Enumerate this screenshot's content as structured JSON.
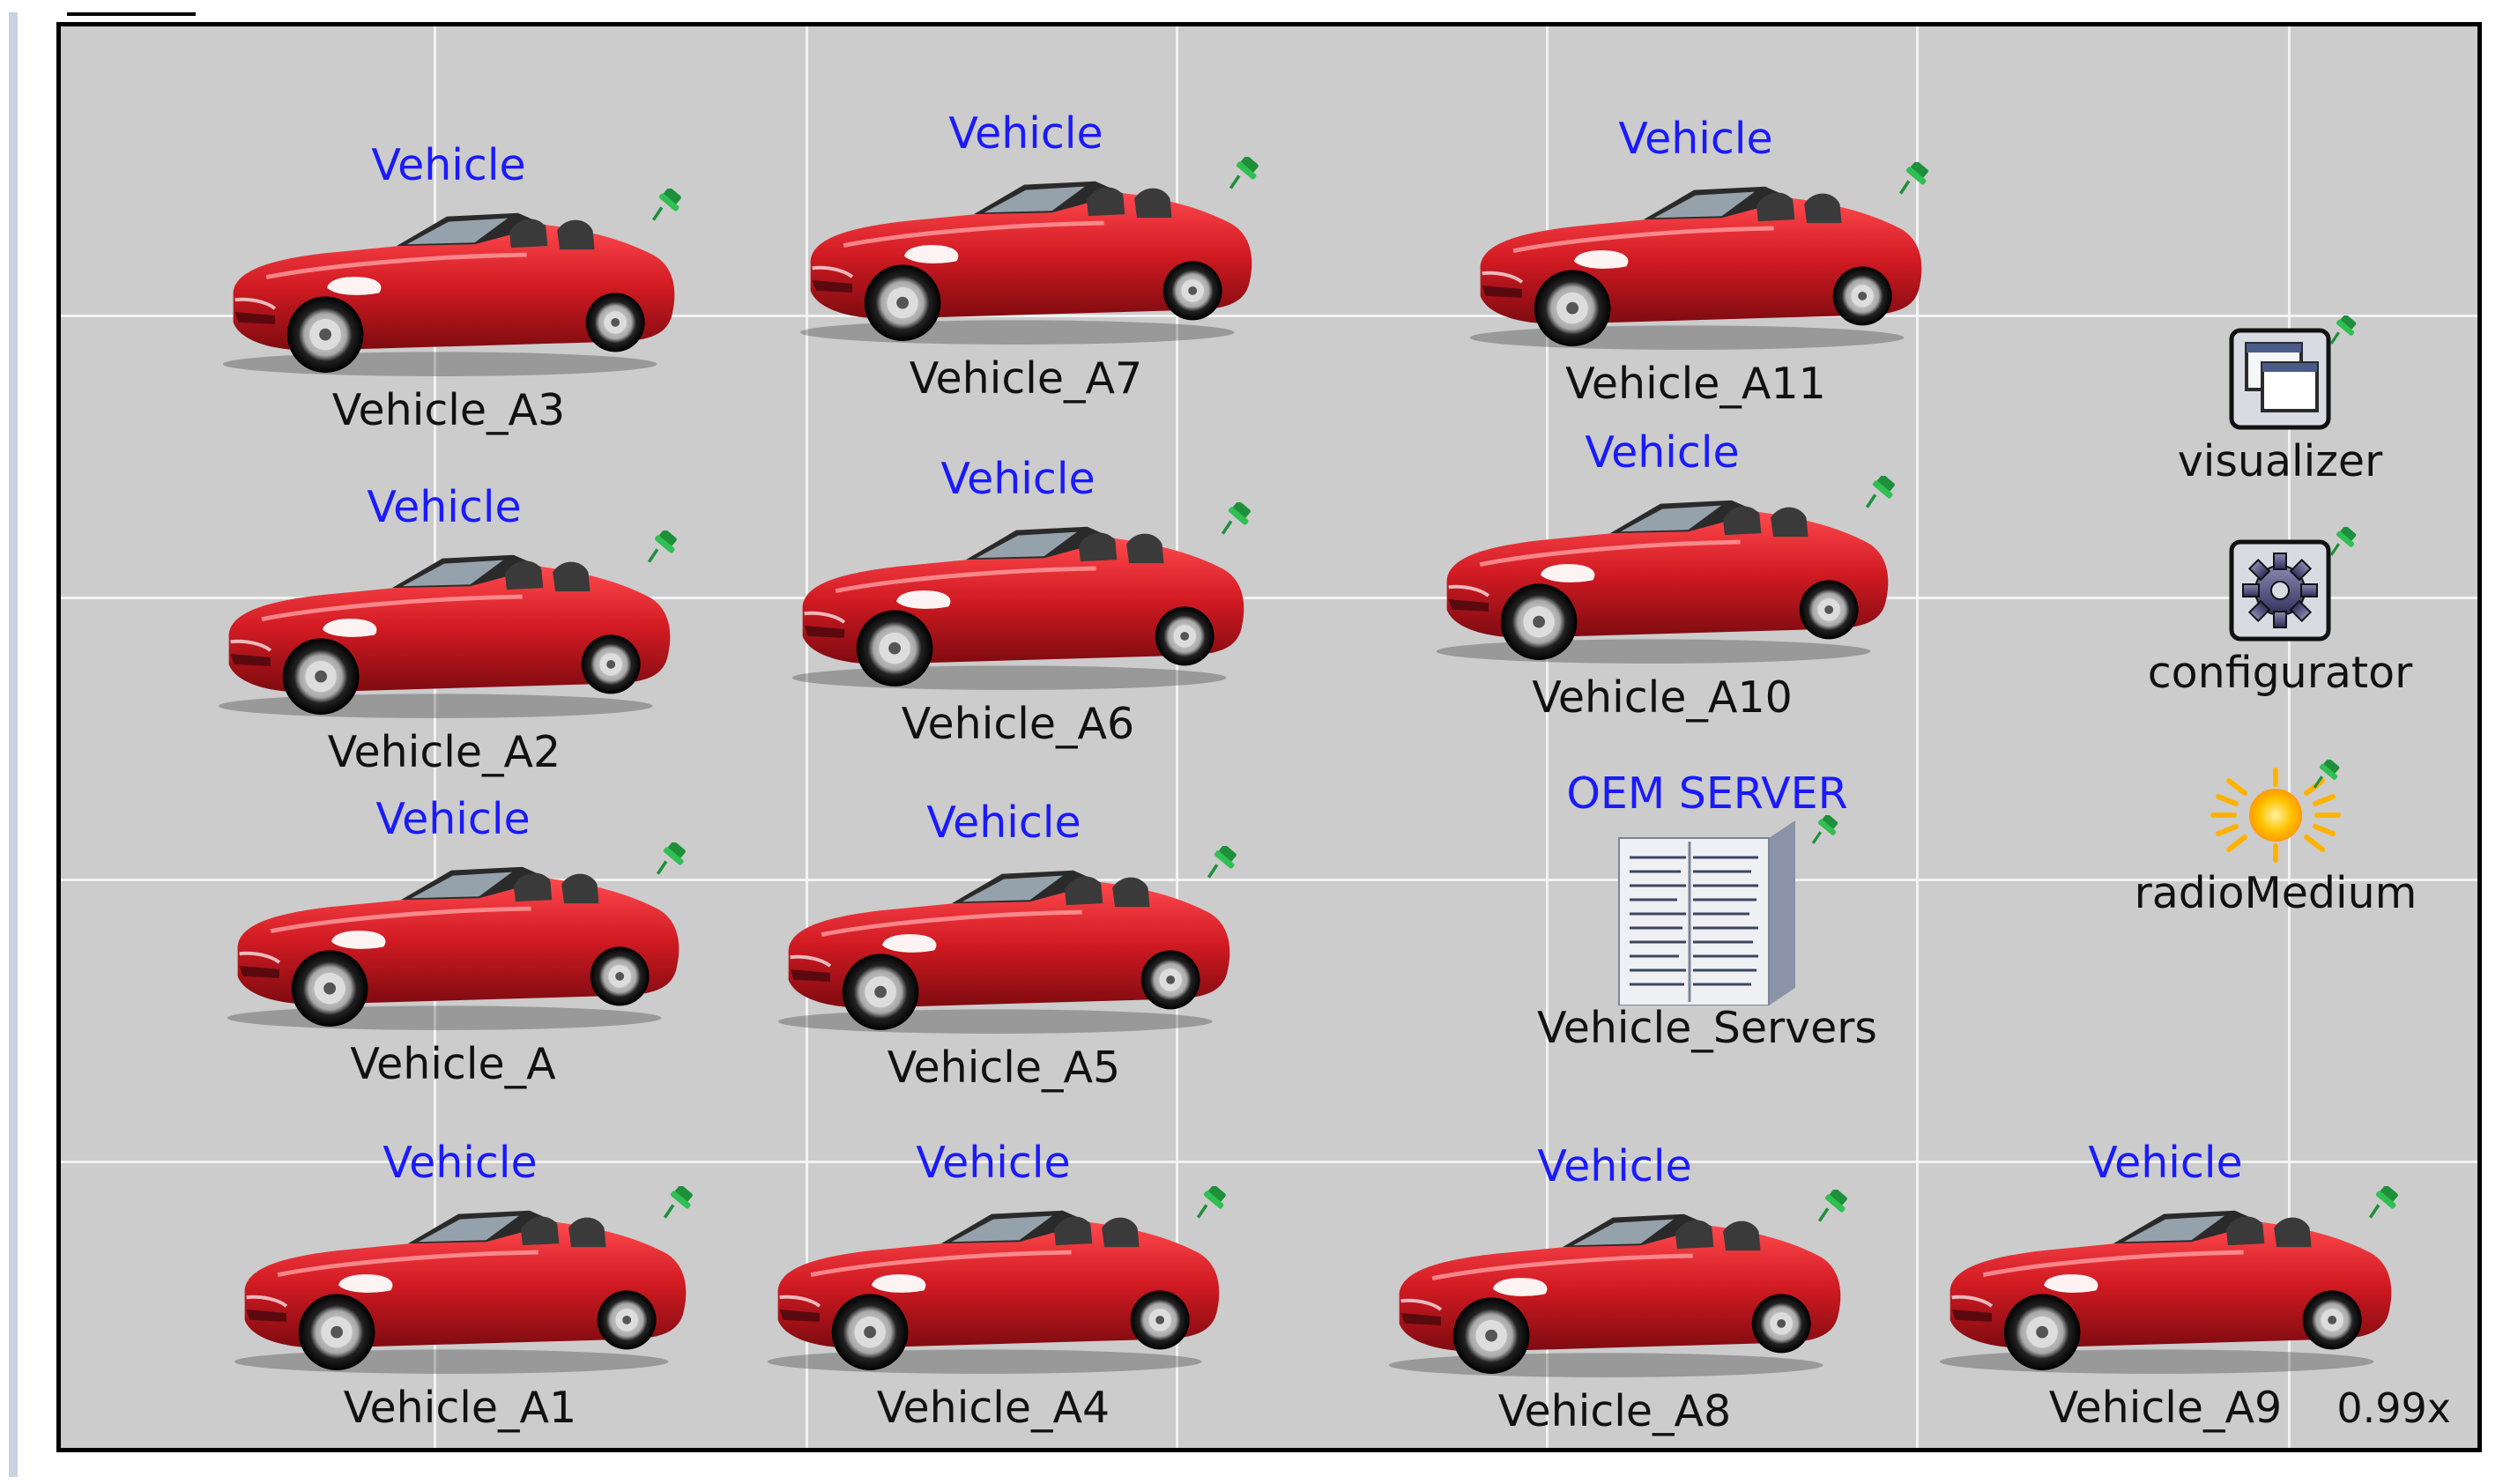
{
  "network": {
    "vehicles": [
      {
        "type": "Vehicle",
        "name": "Vehicle_A3"
      },
      {
        "type": "Vehicle",
        "name": "Vehicle_A7"
      },
      {
        "type": "Vehicle",
        "name": "Vehicle_A11"
      },
      {
        "type": "Vehicle",
        "name": "Vehicle_A2"
      },
      {
        "type": "Vehicle",
        "name": "Vehicle_A6"
      },
      {
        "type": "Vehicle",
        "name": "Vehicle_A10"
      },
      {
        "type": "Vehicle",
        "name": "Vehicle_A"
      },
      {
        "type": "Vehicle",
        "name": "Vehicle_A5"
      },
      {
        "type": "Vehicle",
        "name": "Vehicle_A1"
      },
      {
        "type": "Vehicle",
        "name": "Vehicle_A4"
      },
      {
        "type": "Vehicle",
        "name": "Vehicle_A8"
      },
      {
        "type": "Vehicle",
        "name": "Vehicle_A9"
      }
    ],
    "server": {
      "type": "OEM SERVER",
      "name": "Vehicle_Servers"
    },
    "visualizer": {
      "name": "visualizer"
    },
    "configurator": {
      "name": "configurator"
    },
    "radio_medium": {
      "name": "radioMedium"
    }
  },
  "zoom": "0.99x",
  "colors": {
    "canvas_bg": "#cccccc",
    "type_label": "#1a1aff",
    "car_body": "#d11a22",
    "pin": "#22a040"
  },
  "icons": {
    "vehicle": "red-convertible-car-icon",
    "server": "server-rack-icon",
    "visualizer": "windows-icon",
    "configurator": "gear-icon",
    "radio_medium": "sun-icon",
    "pin": "green-pin-icon"
  }
}
